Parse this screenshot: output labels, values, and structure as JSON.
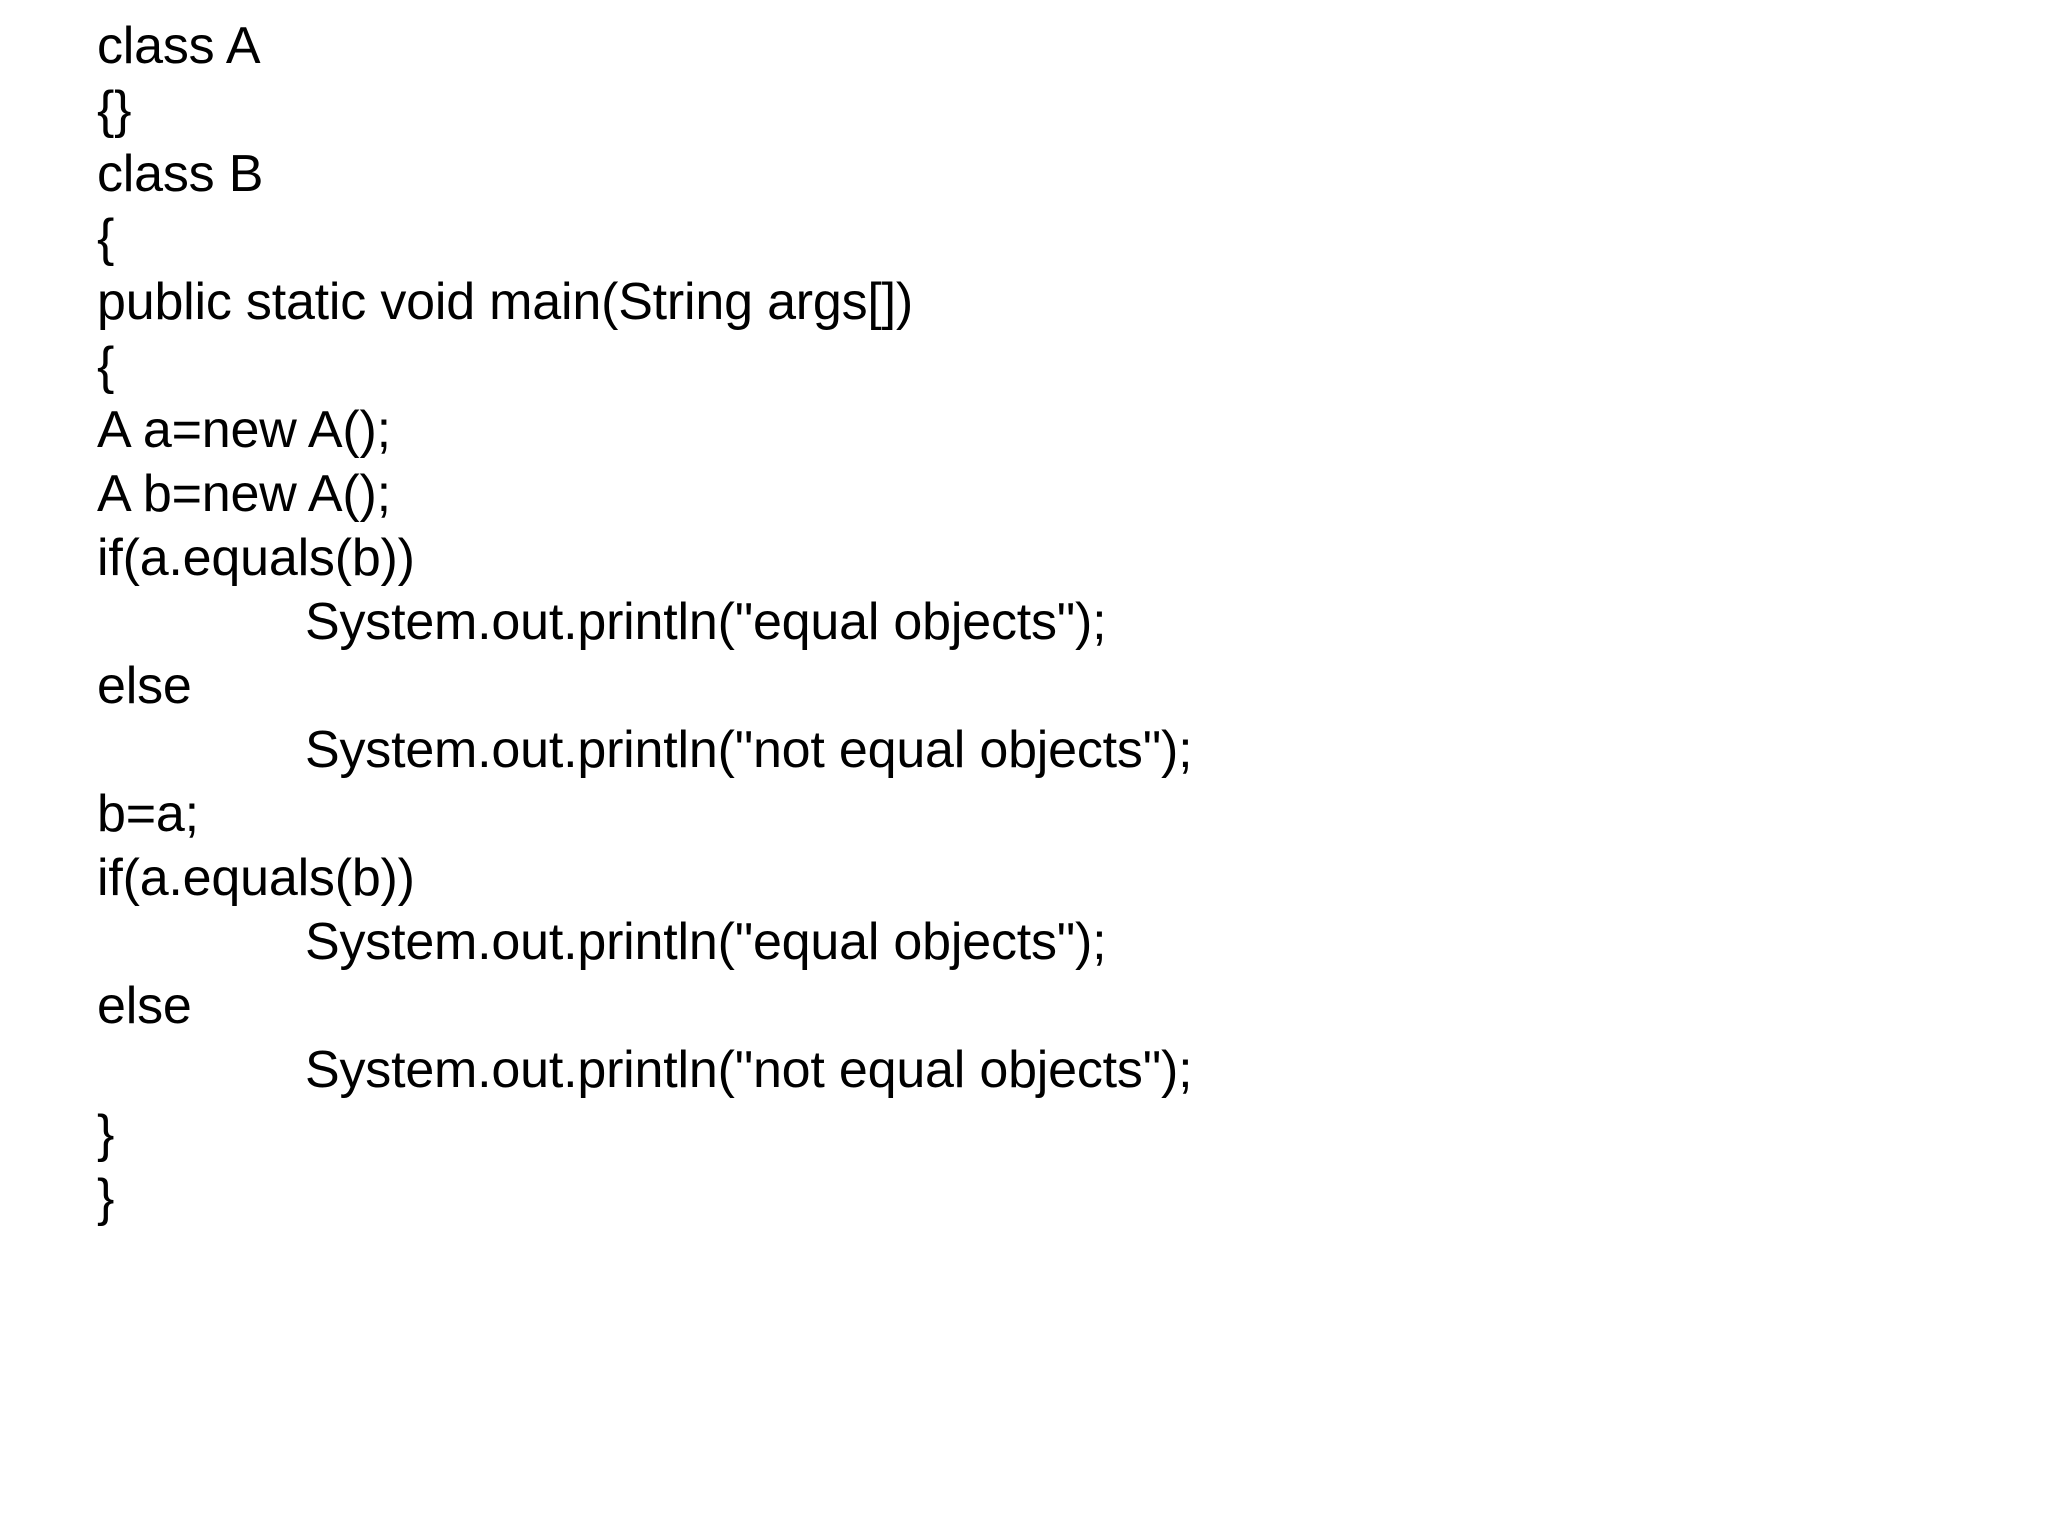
{
  "document": {
    "kind": "code-listing",
    "language": "Java",
    "background_color": "#ffffff",
    "text_color": "#000000",
    "lines": [
      {
        "text": "class A",
        "indent": 0
      },
      {
        "text": "{}",
        "indent": 0
      },
      {
        "text": "class B",
        "indent": 0
      },
      {
        "text": "{",
        "indent": 0
      },
      {
        "text": "public static void main(String args[])",
        "indent": 0
      },
      {
        "text": "{",
        "indent": 0
      },
      {
        "text": "A a=new A();",
        "indent": 0
      },
      {
        "text": "A b=new A();",
        "indent": 0
      },
      {
        "text": "if(a.equals(b))",
        "indent": 0
      },
      {
        "text": "System.out.println(\"equal objects\");",
        "indent": 1
      },
      {
        "text": "else",
        "indent": 0
      },
      {
        "text": "System.out.println(\"not equal objects\");",
        "indent": 1
      },
      {
        "text": "b=a;",
        "indent": 0
      },
      {
        "text": "if(a.equals(b))",
        "indent": 0
      },
      {
        "text": "System.out.println(\"equal objects\");",
        "indent": 1
      },
      {
        "text": "else",
        "indent": 0
      },
      {
        "text": "System.out.println(\"not equal objects\");",
        "indent": 1
      },
      {
        "text": "}",
        "indent": 0
      },
      {
        "text": "}",
        "indent": 0
      }
    ]
  }
}
